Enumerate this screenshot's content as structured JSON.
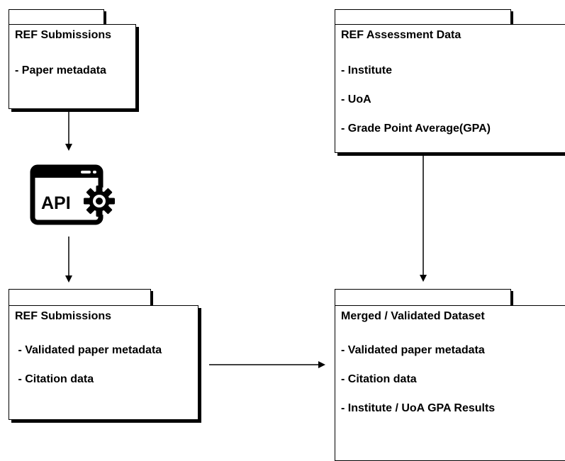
{
  "boxes": {
    "ref_submissions_top": {
      "title": "REF Submissions",
      "items": [
        "- Paper metadata"
      ]
    },
    "ref_assessment": {
      "title": "REF Assessment Data",
      "items": [
        "- Institute",
        "- UoA",
        "- Grade Point Average(GPA)"
      ]
    },
    "ref_submissions_validated": {
      "title": "REF Submissions",
      "items": [
        " - Validated paper metadata",
        " - Citation data"
      ]
    },
    "merged_dataset": {
      "title": "Merged / Validated Dataset",
      "items": [
        "- Validated paper metadata",
        "- Citation data",
        "- Institute / UoA GPA Results"
      ]
    }
  },
  "api_icon": {
    "label": "API",
    "icon": "api-gear-icon"
  },
  "colors": {
    "stroke": "#000000",
    "background": "#ffffff"
  }
}
